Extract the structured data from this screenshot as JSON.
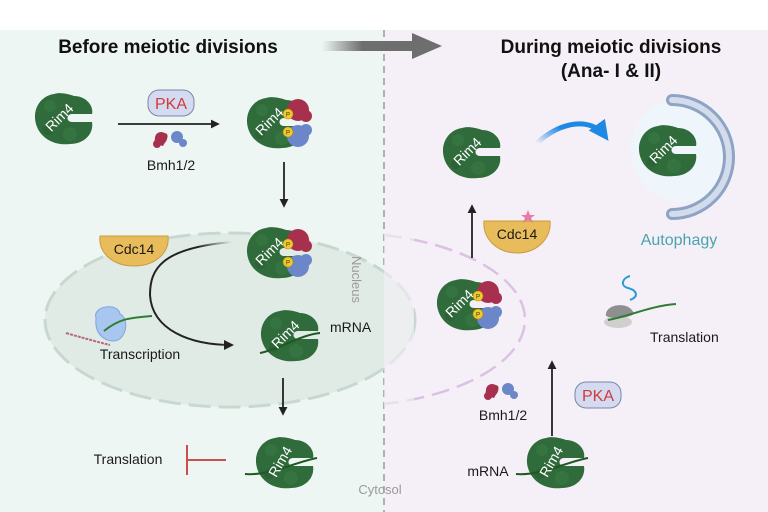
{
  "figure": {
    "left_panel": {
      "title": "Before meiotic divisions",
      "background": "#eef6f3",
      "protein_label": "Rim4",
      "kinase_label": "PKA",
      "adaptor_label": "Bmh1/2",
      "phosphatase_label": "Cdc14",
      "phospho_label": "P",
      "mrna_label": "mRNA",
      "transcription_label": "Transcription",
      "translation_label": "Translation",
      "nucleus_label": "Nucleus",
      "cytosol_label": "Cytosol"
    },
    "right_panel": {
      "title_line1": "During meiotic divisions",
      "title_line2": "(Ana- I & II)",
      "background": "#f5f0f7",
      "protein_label": "Rim4",
      "kinase_label": "PKA",
      "adaptor_label": "Bmh1/2",
      "phosphatase_label": "Cdc14",
      "phospho_label": "P",
      "mrna_label": "mRNA",
      "translation_label": "Translation",
      "autophagy_label": "Autophagy"
    },
    "colors": {
      "rim4": "#2f6b3b",
      "bmh1": "#a8304f",
      "bmh2": "#6c87c9",
      "phospho": "#f1c92a",
      "cdc14": "#e8bb5b",
      "pka_box": "#d4daf0",
      "pka_text": "#d23b3b",
      "autophagy_text": "#4aa3ad",
      "inhibit": "#c9504f",
      "activation_arrow": "#1e88e5",
      "mrna": "#2f7d32"
    }
  }
}
